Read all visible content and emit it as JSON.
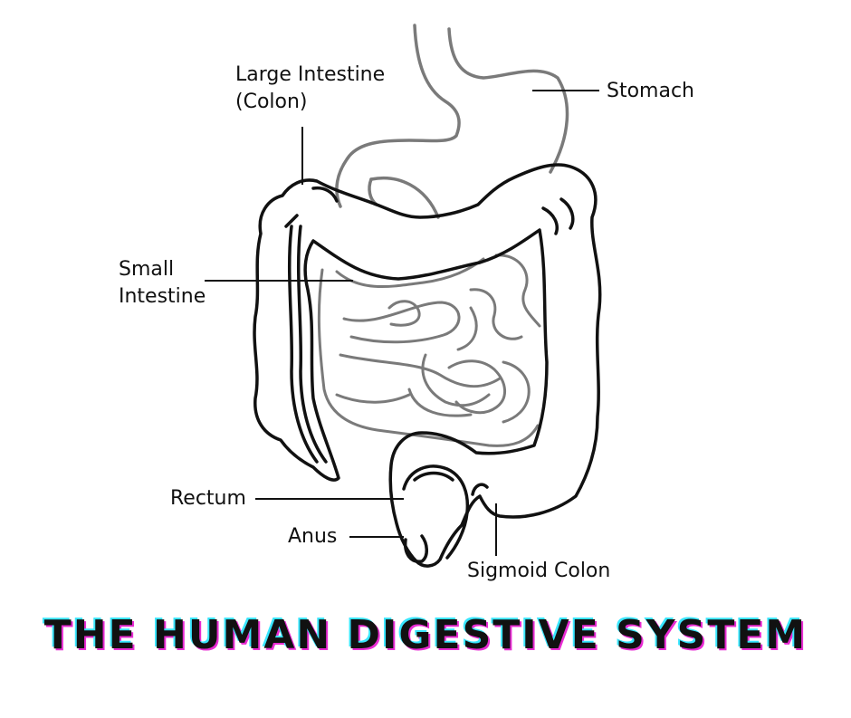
{
  "labels": {
    "large_intestine": [
      "Large Intestine",
      "(Colon)"
    ],
    "stomach": "Stomach",
    "small_intestine": [
      "Small",
      "Intestine"
    ],
    "rectum": "Rectum",
    "anus": "Anus",
    "sigmoid_colon": "Sigmoid Colon"
  },
  "title": "THE HUMAN DIGESTIVE SYSTEM",
  "colors": {
    "organ_outline": "#111111",
    "inner_outline": "#777777",
    "title_shadow_cyan": "#39e6ff",
    "title_shadow_magenta": "#e82bd3"
  }
}
